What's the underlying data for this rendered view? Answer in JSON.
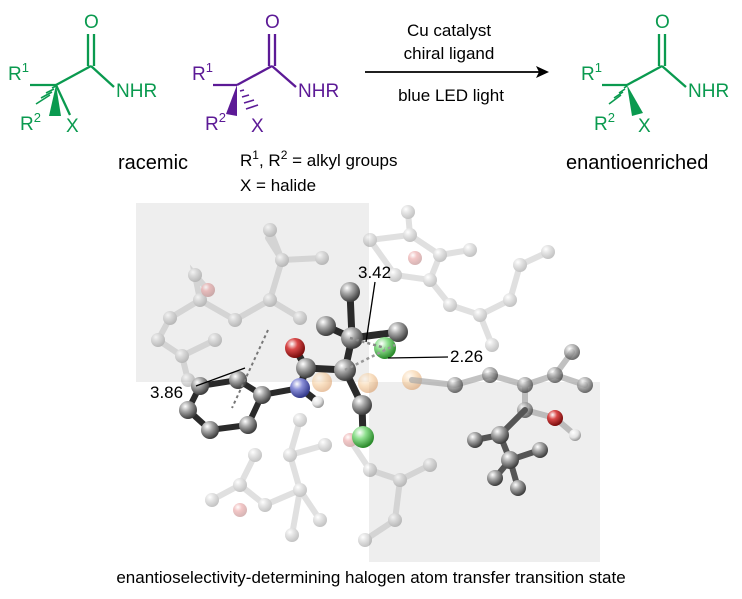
{
  "colors": {
    "green": "#0a9a4f",
    "purple": "#5c1a96",
    "bond": "#222222",
    "gray_box": "#eeeeee"
  },
  "molecules": {
    "left": {
      "r1": "R",
      "r1_sup": "1",
      "r2": "R",
      "r2_sup": "2",
      "x": "X",
      "o": "O",
      "nhr": "NHR",
      "color": "green"
    },
    "middle": {
      "r1": "R",
      "r1_sup": "1",
      "r2": "R",
      "r2_sup": "2",
      "x": "X",
      "o": "O",
      "nhr": "NHR",
      "color": "purple"
    },
    "right": {
      "r1": "R",
      "r1_sup": "1",
      "r2": "R",
      "r2_sup": "2",
      "x": "X",
      "o": "O",
      "nhr": "NHR",
      "color": "green"
    }
  },
  "arrow": {
    "above_line1": "Cu catalyst",
    "above_line2": "chiral ligand",
    "below": "blue LED light"
  },
  "labels": {
    "racemic": "racemic",
    "enantioenriched": "enantioenriched",
    "def1_r": "R",
    "def1_sup1": "1",
    "def1_mid": ", R",
    "def1_sup2": "2",
    "def1_rest": " = alkyl groups",
    "def2": "X = halide"
  },
  "distances": {
    "d1": "3.42",
    "d2": "2.26",
    "d3": "3.86"
  },
  "caption": "enantioselectivity-determining halogen atom transfer transition state"
}
